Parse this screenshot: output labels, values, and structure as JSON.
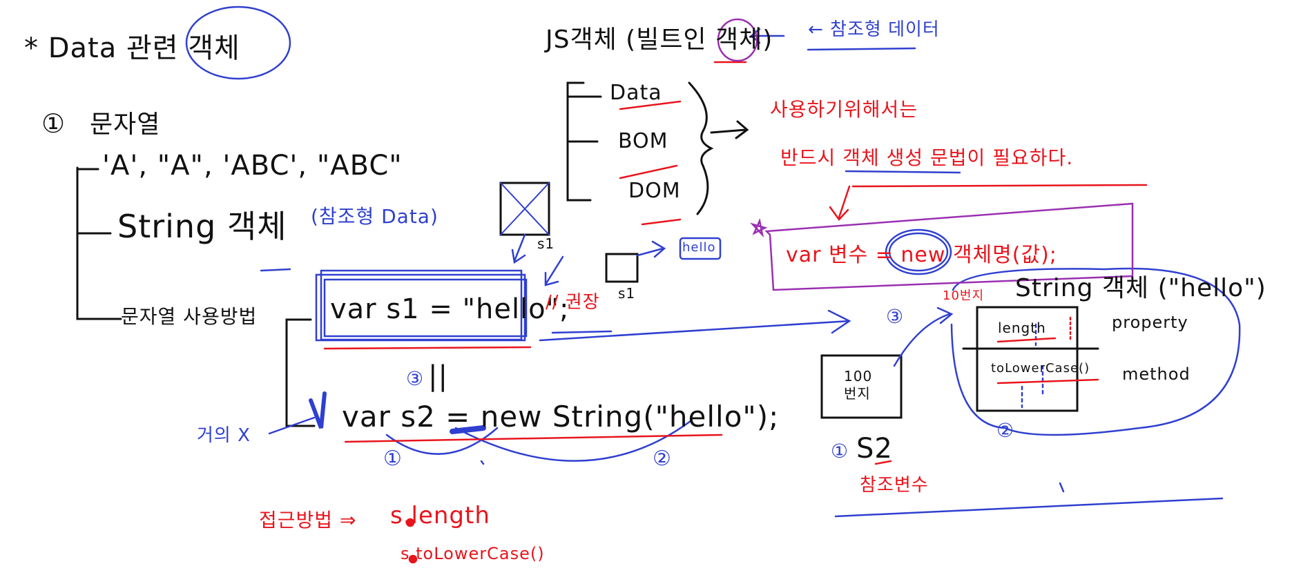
{
  "colors": {
    "ink_black": "#111111",
    "ink_red": "#e8141c",
    "ink_blue": "#2f3fd0",
    "ink_purple": "#9a2fb0",
    "background": "#ffffff"
  },
  "left": {
    "heading": "* Data 관련 객체",
    "section_number": "①",
    "section_title": "문자열",
    "literals": "'A', \"A\", 'ABC', \"ABC\"",
    "string_object": "String 객체",
    "reference_note": "(참조형 Data)",
    "usage_label": "문자열 사용방법",
    "code1": "var s1 = \"hello\";",
    "code1_note": "// 권장",
    "marker3": "③",
    "parallel": "||",
    "code2": "var s2 = new String(\"hello\");",
    "almost_not": "거의 X",
    "circle1": "①",
    "circle2": "②",
    "access_label": "접근방법 ⇒",
    "access1": "s.length",
    "access2": "s.toLowerCase()",
    "s1_label_a": "s1",
    "s1_label_b": "s1",
    "hello_box": "hello"
  },
  "right": {
    "title": "JS객체 (빌트인 객체)",
    "ref_type": "← 참조형 데이터",
    "branches": [
      "Data",
      "BOM",
      "DOM"
    ],
    "usage_note_1": "사용하기위해서는",
    "usage_note_2": "반드시 객체 생성 문법이 필요하다.",
    "syntax": "var 변수 = new 객체명(값);",
    "string_obj_title": "String 객체 (\"hello\")",
    "addr_top": "10번지",
    "length": "length",
    "tolower": "toLowerCase()",
    "property": "property",
    "method": "method",
    "step3": "③",
    "step2": "②",
    "step1": "①",
    "box100_line1": "100",
    "box100_line2": "번지",
    "s2": "S2",
    "ref_var": "참조변수"
  }
}
